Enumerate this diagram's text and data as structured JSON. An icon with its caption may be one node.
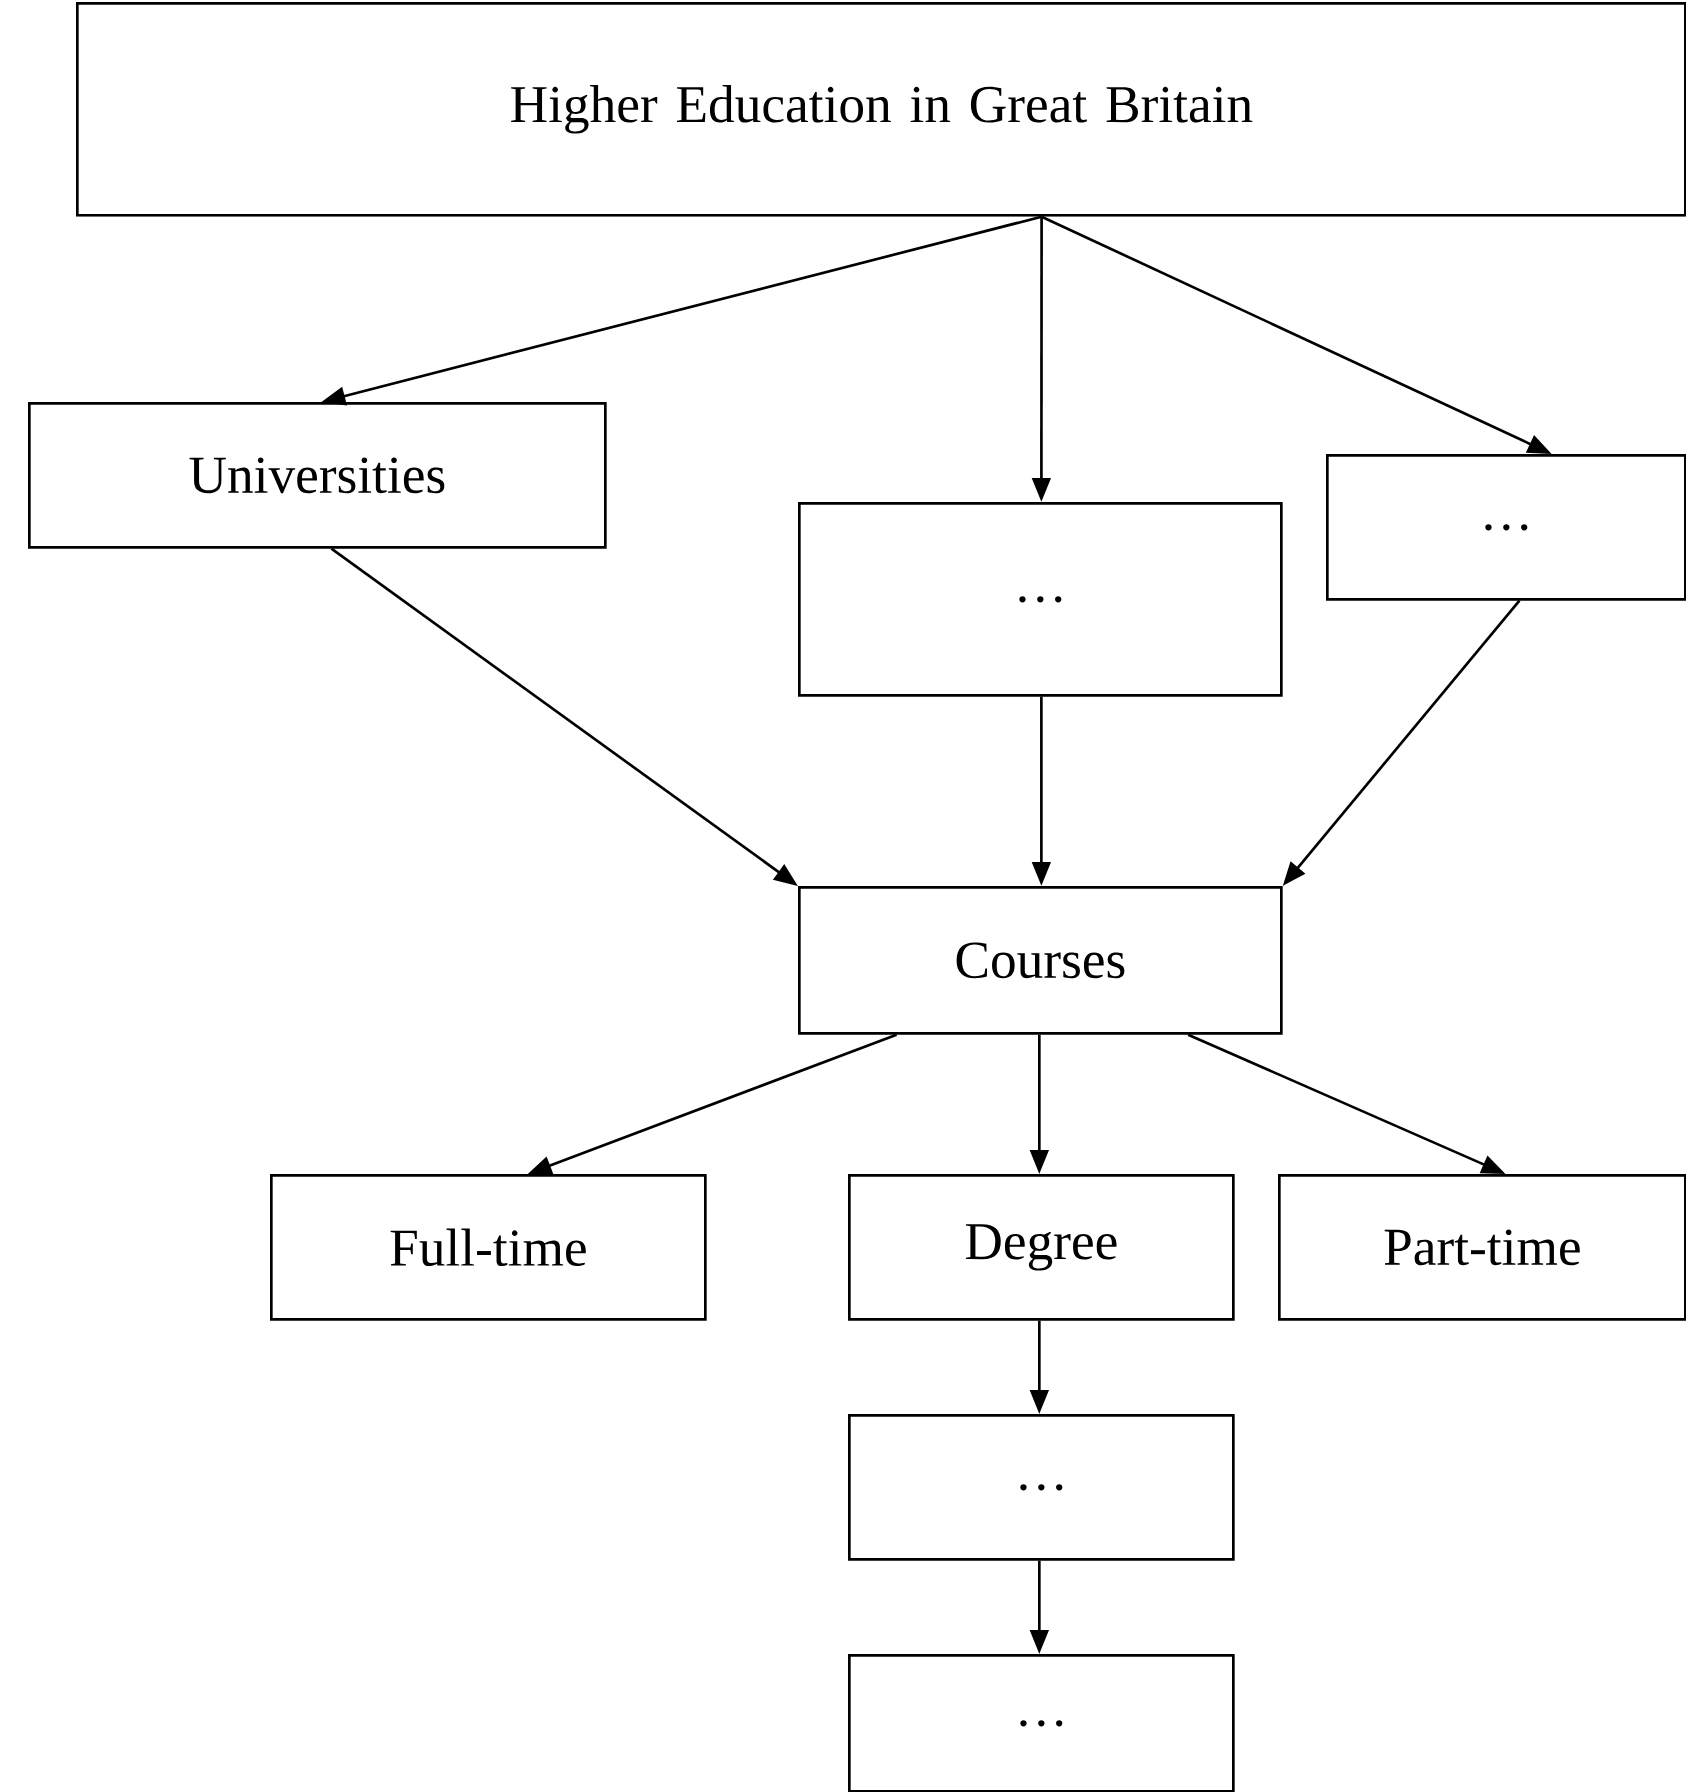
{
  "diagram": {
    "nodes": [
      {
        "text": [
          "Higher Education in Great Britain"
        ]
      },
      {
        "text": [
          "Universities"
        ]
      },
      {
        "text": [
          "…"
        ]
      },
      {
        "text": [
          "…"
        ]
      },
      {
        "text": [
          "Courses"
        ]
      },
      {
        "text": [
          "Full-time"
        ]
      },
      {
        "text": [
          "Degree"
        ]
      },
      {
        "text": [
          "Part-time"
        ]
      },
      {
        "text": [
          "…"
        ]
      },
      {
        "text": [
          "…"
        ]
      }
    ],
    "edges": [
      {
        "from": 0,
        "to": 1,
        "arrow": "to"
      },
      {
        "from": 0,
        "to": 2,
        "arrow": "to"
      },
      {
        "from": 0,
        "to": 3,
        "arrow": "to"
      },
      {
        "from": 1,
        "to": 4,
        "arrow": "to"
      },
      {
        "from": 2,
        "to": 4,
        "arrow": "to"
      },
      {
        "from": 3,
        "to": 4,
        "arrow": "to"
      },
      {
        "from": 4,
        "to": 5,
        "arrow": "to"
      },
      {
        "from": 4,
        "to": 6,
        "arrow": "to"
      },
      {
        "from": 4,
        "to": 7,
        "arrow": "to"
      },
      {
        "from": 6,
        "to": 8,
        "arrow": "to"
      },
      {
        "from": 8,
        "to": 9,
        "arrow": "to"
      }
    ]
  }
}
